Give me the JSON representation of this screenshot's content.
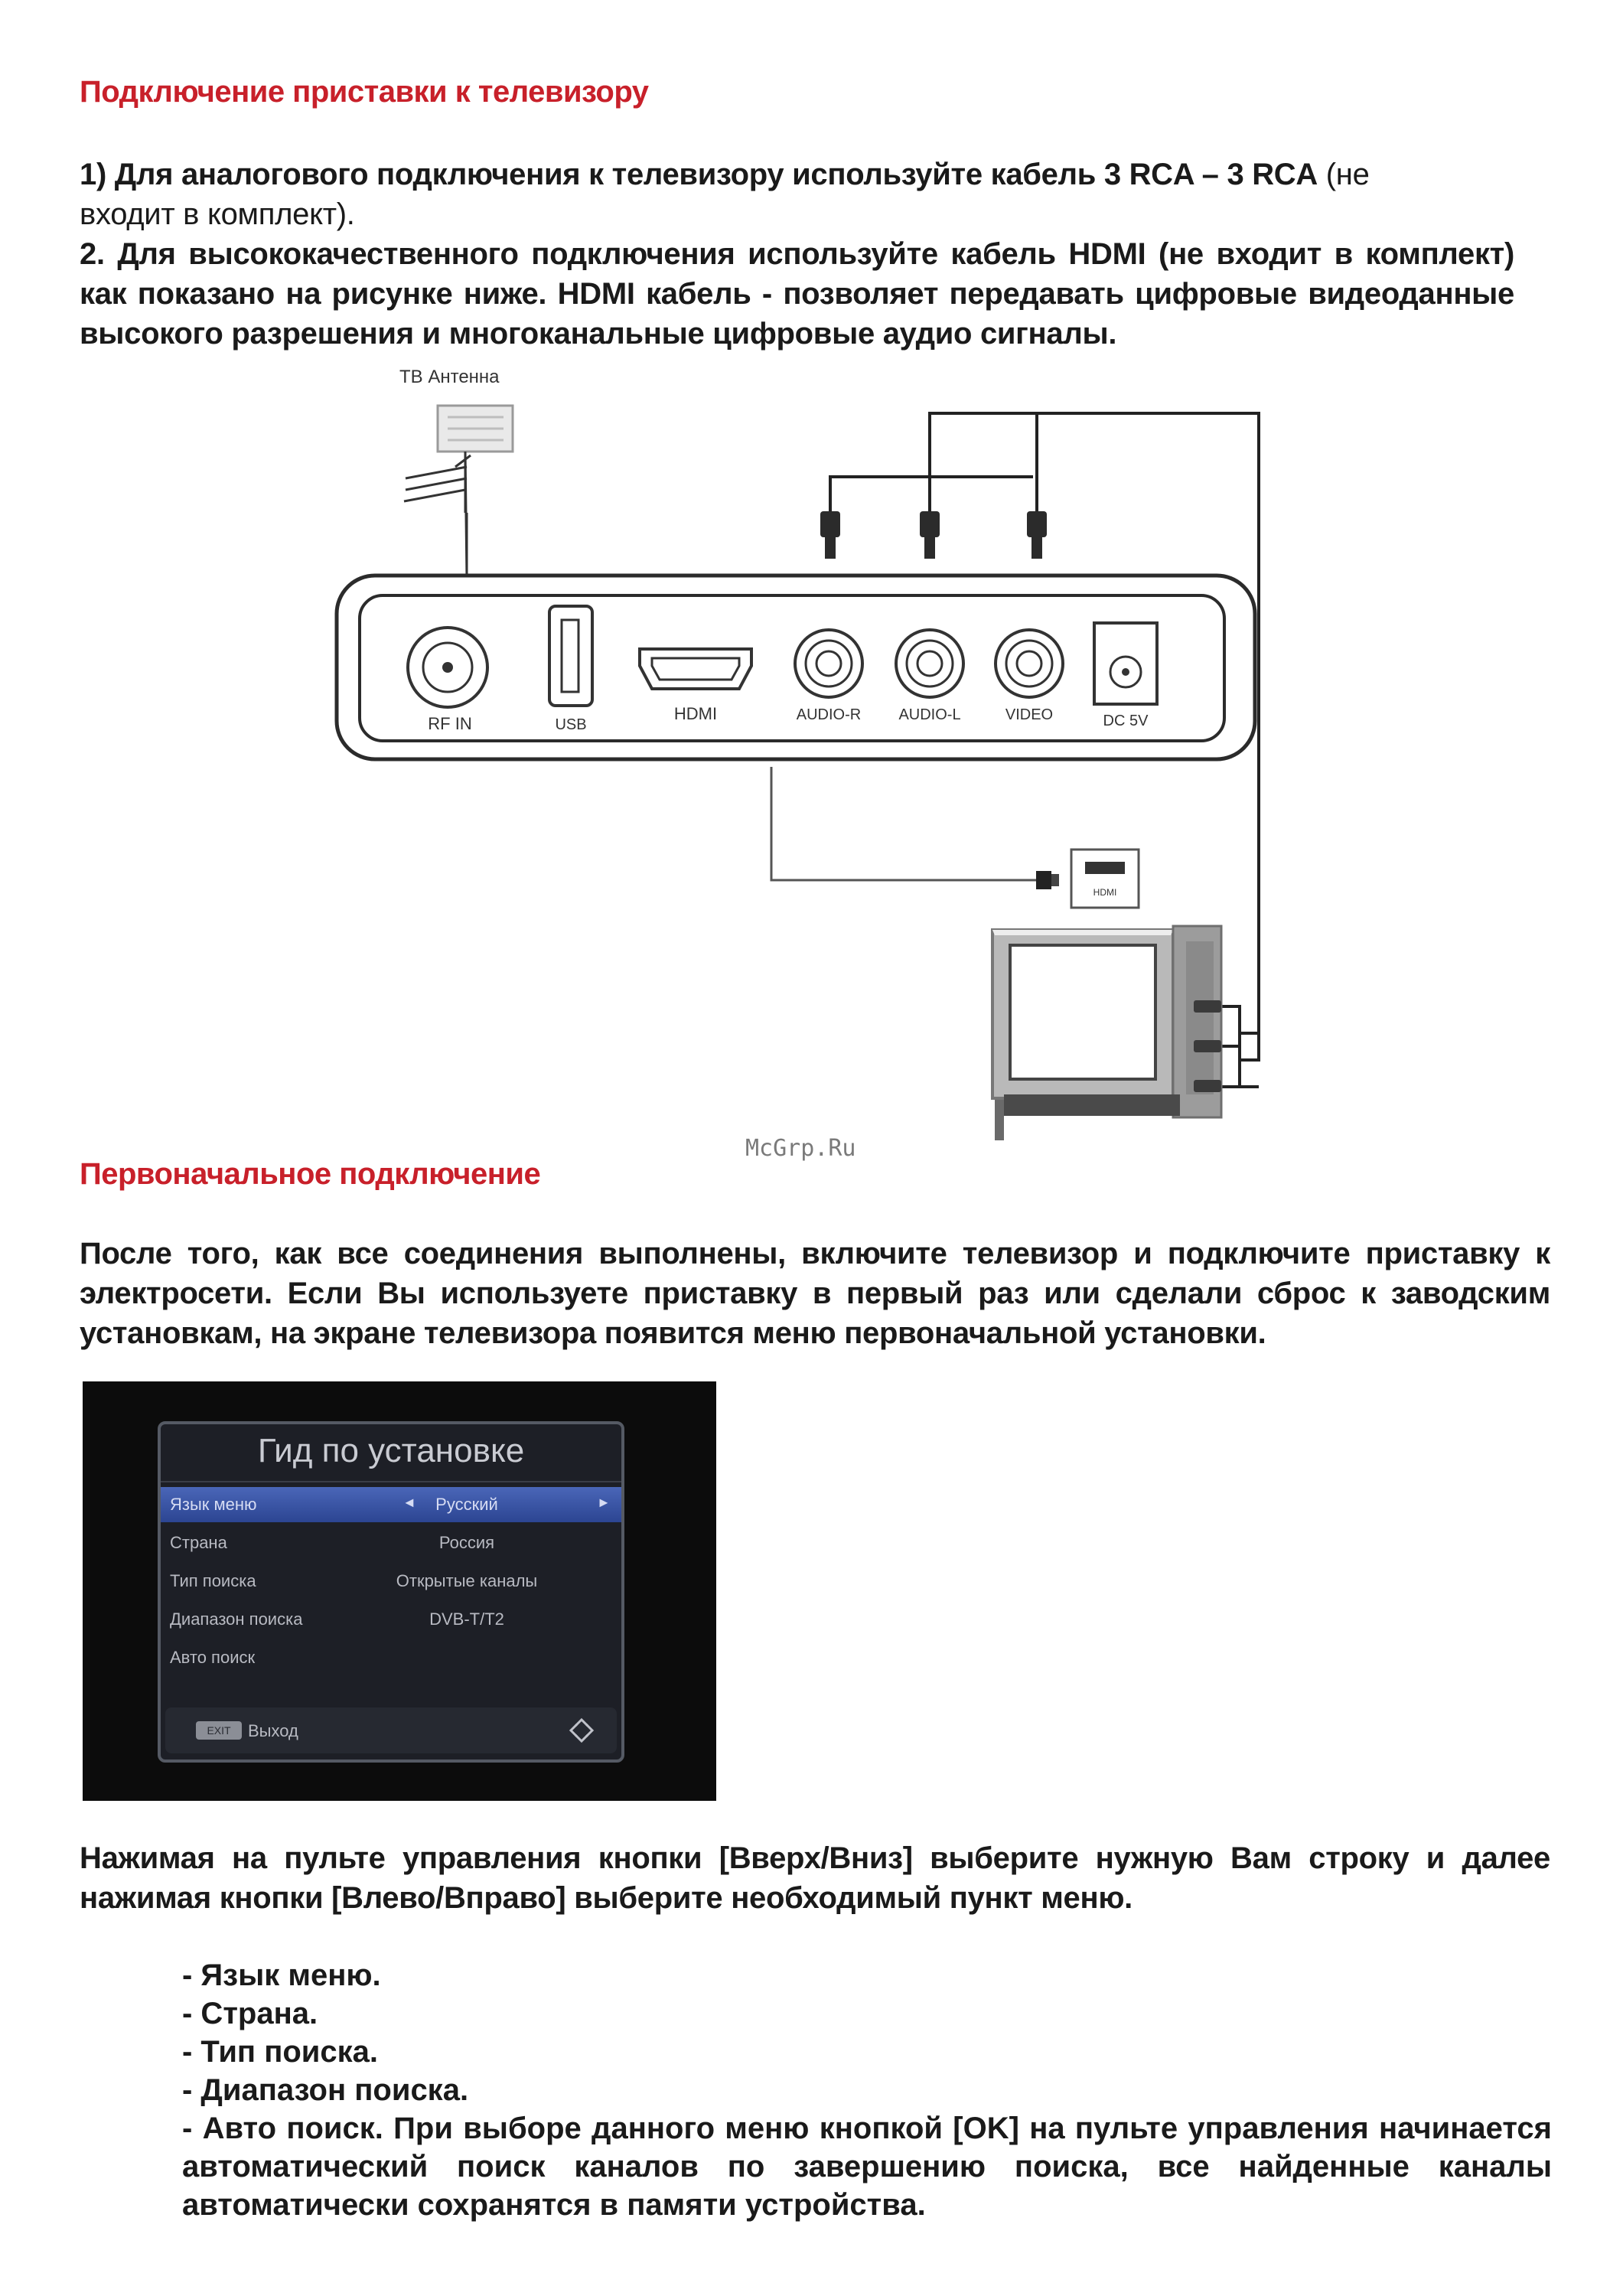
{
  "section1": {
    "heading": "Подключение приставки к телевизору",
    "p1_bold": "1) Для аналогового подключения к телевизору используйте кабель 3 RCA – 3 RCA",
    "p1_normal_a": " (не",
    "p1_normal_b": "входит в комплект).",
    "p2": "2. Для высококачественного подключения используйте кабель HDMI (не входит в комплект) как показано на рисунке ниже. HDMI кабель - позволяет передавать цифровые видеоданные высокого разрешения и многоканальные цифровые аудио сигналы."
  },
  "diagram": {
    "antenna_label": "ТВ Антенна",
    "ports": [
      "RF IN",
      "USB",
      "HDMI",
      "AUDIO-R",
      "AUDIO-L",
      "VIDEO",
      "DC 5V"
    ],
    "tv_hdmi_label": "HDMI"
  },
  "watermark": "McGrp.Ru",
  "section2": {
    "heading": "Первоначальное подключение",
    "p1": "После того, как все соединения выполнены, включите телевизор и подключите приставку к электросети. Если Вы используете приставку в первый раз или сделали сброс к заводским установкам, на экране телевизора появится меню первоначальной установки."
  },
  "menu": {
    "title": "Гид по установке",
    "rows": [
      {
        "label": "Язык меню",
        "value": "Русский",
        "selected": true
      },
      {
        "label": "Страна",
        "value": "Россия"
      },
      {
        "label": "Тип поиска",
        "value": "Открытые каналы"
      },
      {
        "label": "Диапазон поиска",
        "value": "DVB-T/T2"
      },
      {
        "label": "Авто поиск",
        "value": ""
      }
    ],
    "exit_key": "EXIT",
    "exit_label": "Выход",
    "arrow_left": "◄",
    "arrow_right": "►"
  },
  "section3": {
    "p1": "Нажимая на пульте управления кнопки [Вверх/Вниз] выберите нужную Вам строку и далее нажимая кнопки [Влево/Вправо] выберите необходимый пункт меню.",
    "items": [
      "- Язык меню.",
      "- Страна.",
      "- Тип поиска.",
      "- Диапазон поиска.",
      "- Авто поиск. При выборе данного меню кнопкой [OK] на пульте управления начинается автоматический поиск каналов по завершению поиска, все найденные каналы автоматически сохранятся в памяти устройства."
    ]
  }
}
